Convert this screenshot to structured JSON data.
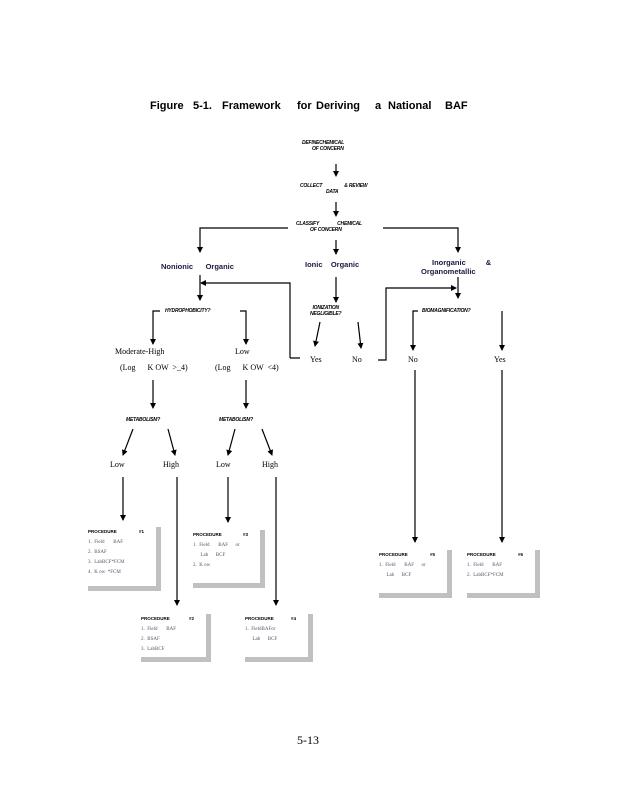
{
  "title": {
    "figure": "Figure",
    "number": "5-1.",
    "w1": "Framework",
    "w2": "for",
    "w3": "Deriving",
    "w4": "a",
    "w5": "National",
    "w6": "BAF"
  },
  "nodes": {
    "define": [
      "DEFINECHEMICAL",
      "OF    CONCERN"
    ],
    "collect": [
      "COLLECT",
      "& REVIEW",
      "DATA"
    ],
    "classify": [
      "CLASSIFY",
      "CHEMICAL",
      "OF    CONCERN"
    ],
    "nonionic": "Nonionic      Organic",
    "ionic": "Ionic    Organic",
    "inorganic": [
      "Inorganic",
      "&",
      "Organometallic"
    ],
    "hydrophobicity": "HYDROPHOBICITY?",
    "ionization": [
      "IONIZATION",
      "NEGLIGIBLE?"
    ],
    "biomagnification": "BIOMAGNIFICATION?",
    "mod_high": "Moderate-High",
    "mod_high_log": "(Log      K OW  >_4)",
    "low": "Low",
    "low_log": "(Log      K OW  <4)",
    "metabolism": "METABOLISM?",
    "low_label": "Low",
    "high_label": "High",
    "yes": "Yes",
    "no": "No"
  },
  "procedures": [
    {
      "head": "PROCEDURE",
      "num": "#1",
      "items": [
        "1.  Field       BAF",
        "2.  BSAF",
        "3.  LabBCF*FCM",
        "4.  K ow  *FCM"
      ]
    },
    {
      "head": "PROCEDURE",
      "num": "#2",
      "items": [
        "1.  Field       BAF",
        "2.  BSAF",
        "3.  LabBCF"
      ]
    },
    {
      "head": "PROCEDURE",
      "num": "#3",
      "items": [
        "1.  Field       BAF      or",
        "      Lab      BCF",
        "2.  K ow"
      ]
    },
    {
      "head": "PROCEDURE",
      "num": "#4",
      "items": [
        "1.  FieldBAFor",
        "      Lab      BCF"
      ]
    },
    {
      "head": "PROCEDURE",
      "num": "#5",
      "items": [
        "1.  Field       BAF      or",
        "      Lab      BCF"
      ]
    },
    {
      "head": "PROCEDURE",
      "num": "#6",
      "items": [
        "1.  Field       BAF",
        "2.  LabBCF*FCM"
      ]
    }
  ],
  "page_number": "5-13"
}
